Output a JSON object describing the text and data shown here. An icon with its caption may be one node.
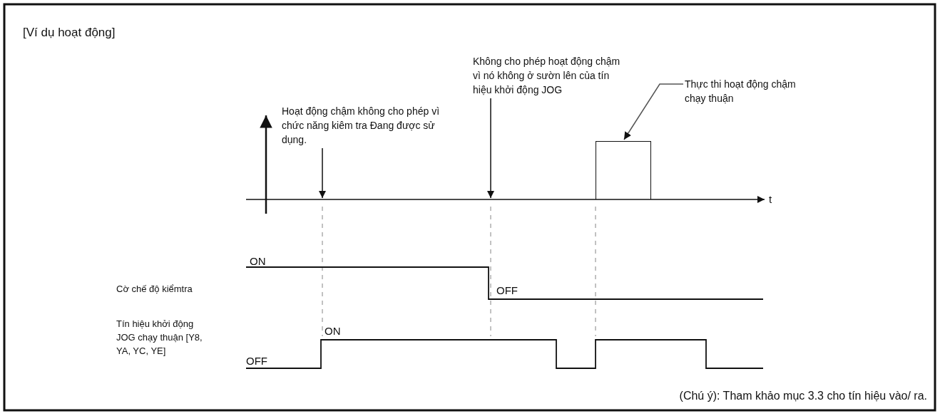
{
  "diagram": {
    "title": "[Ví dụ hoạt động]",
    "caption": "(Chú ý): Tham khảo mục 3.3 cho tín hiệu vào/ ra.",
    "nodes": [
      {
        "text": [
          "Hoạt động chậm không cho phép vì chức năng kiêm tra Đang được sử dụng."
        ]
      },
      {
        "text": [
          "Không cho phép hoạt động chậm vì nó không ở sườn lên của tín hiệu khởi động JOG"
        ]
      },
      {
        "text": [
          "Thực thi hoạt động chậm chạy thuận"
        ]
      },
      {
        "text": [],
        "shape": "bar"
      }
    ],
    "edges": [
      {
        "from": 0,
        "to": null,
        "arrow": "to"
      },
      {
        "from": 1,
        "to": null,
        "arrow": "to"
      },
      {
        "from": 2,
        "to": 3,
        "arrow": "to"
      }
    ],
    "labels": [
      "t",
      "ON",
      "Cờ chế độ kiểmtra",
      "OFF",
      "Tín hiệu khởi động JOG chạy thuận [Y8, YA, YC, YE]",
      "ON",
      "OFF"
    ]
  }
}
